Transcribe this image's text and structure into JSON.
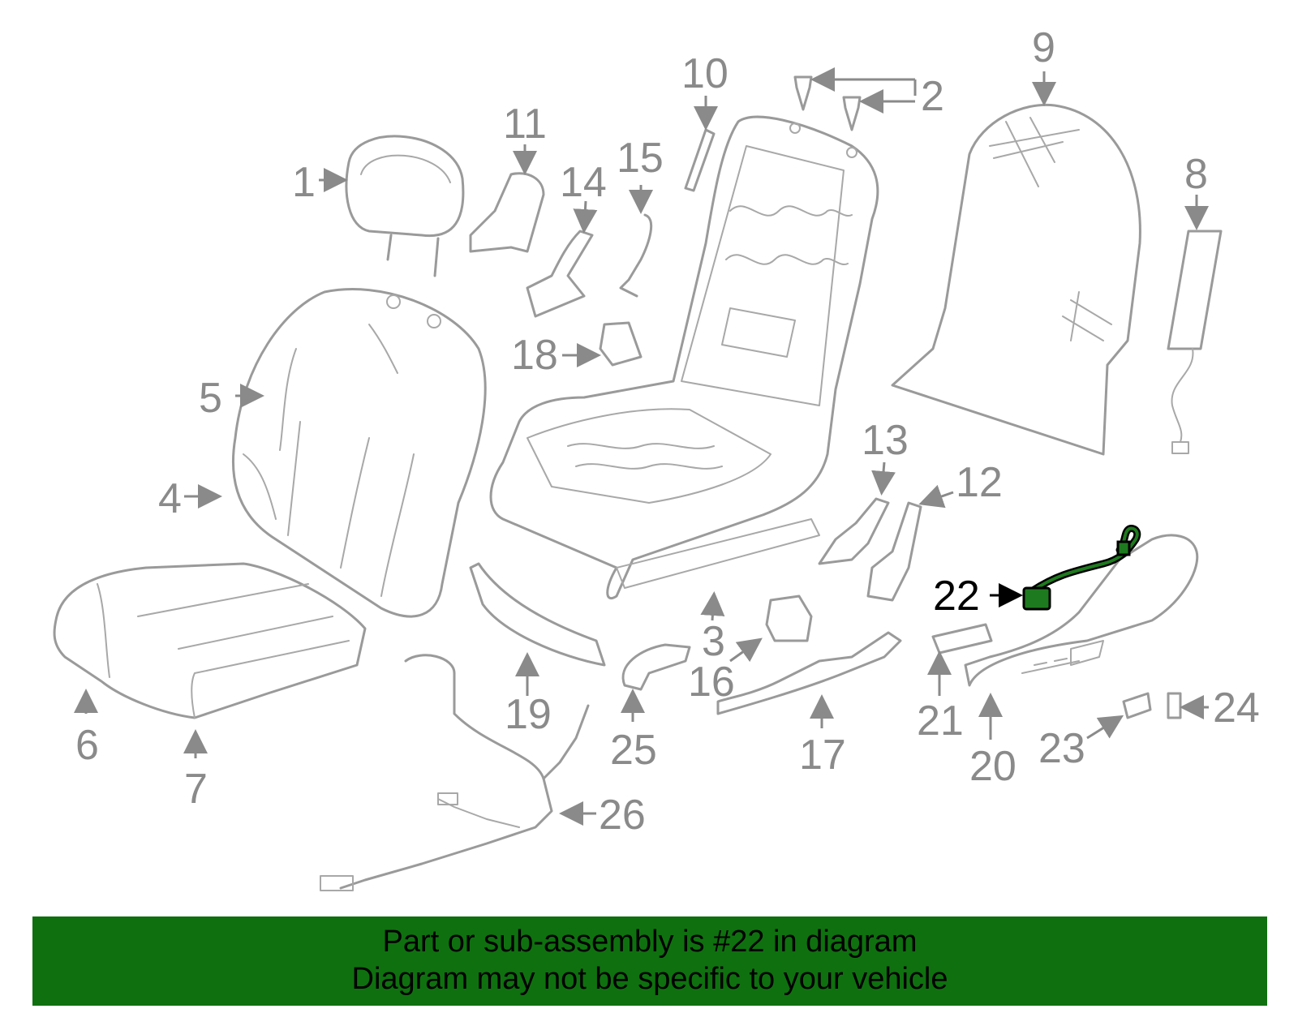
{
  "diagram": {
    "callouts": {
      "c1": "1",
      "c2": "2",
      "c3": "3",
      "c4": "4",
      "c5": "5",
      "c6": "6",
      "c7": "7",
      "c8": "8",
      "c9": "9",
      "c10": "10",
      "c11": "11",
      "c12": "12",
      "c13": "13",
      "c14": "14",
      "c15": "15",
      "c16": "16",
      "c17": "17",
      "c18": "18",
      "c19": "19",
      "c20": "20",
      "c21": "21",
      "c22": "22",
      "c23": "23",
      "c24": "24",
      "c25": "25",
      "c26": "26"
    },
    "highlighted_part": "22",
    "colors": {
      "part_lines": "#9a9a9a",
      "highlight": "#1e7a1e",
      "banner": "#0f700f"
    }
  },
  "banner": {
    "line1": "Part or sub-assembly is #22 in diagram",
    "line2": "Diagram may not be specific to your vehicle"
  }
}
